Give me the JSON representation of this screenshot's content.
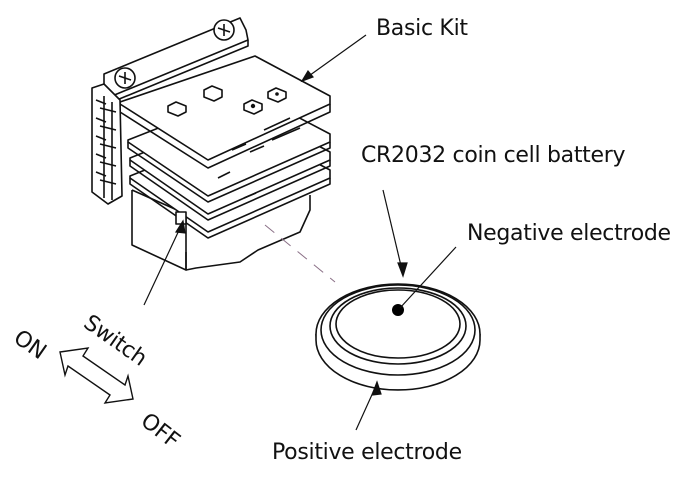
{
  "diagram": {
    "title": "Basic Kit battery installation",
    "labels": {
      "basic_kit": "Basic Kit",
      "battery": "CR2032 coin cell battery",
      "negative": "Negative electrode",
      "positive": "Positive electrode",
      "switch": "Switch",
      "on": "ON",
      "off": "OFF"
    },
    "components": [
      {
        "id": "basic-kit",
        "name": "Basic Kit module stack"
      },
      {
        "id": "battery",
        "name": "CR2032 coin cell battery"
      },
      {
        "id": "switch",
        "name": "Power switch"
      }
    ],
    "colors": {
      "line": "#111111",
      "dashed_guide": "#8a6f86",
      "background": "#ffffff"
    }
  }
}
